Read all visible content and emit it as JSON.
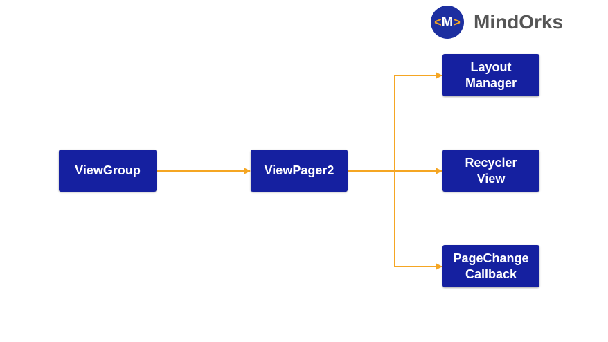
{
  "logo": {
    "mark": "M",
    "brand": "MindOrks"
  },
  "nodes": {
    "viewgroup": "ViewGroup",
    "viewpager2": "ViewPager2",
    "layout_manager": "Layout\nManager",
    "recycler_view": "Recycler\nView",
    "page_change_callback": "PageChange\nCallback"
  },
  "colors": {
    "node_fill": "#1520a0",
    "arrow": "#f5a623",
    "logo_circle": "#1d2fa0",
    "brand_text": "#555555"
  }
}
